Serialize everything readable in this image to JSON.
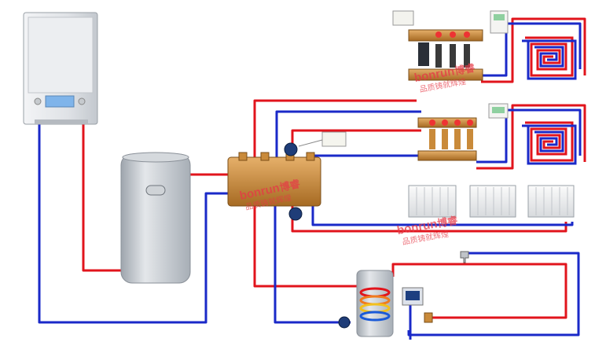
{
  "colors": {
    "supply": "#e1141c",
    "return": "#1a29c8",
    "brass": "#c98a3a",
    "brand": "#e63946",
    "tank": "#c7ccd1",
    "boiler": "#dde1e5"
  },
  "watermarks": [
    {
      "brand": "bonrun",
      "cn": "博睿",
      "tagline": "品质铸就辉煌"
    },
    {
      "brand": "bonrun",
      "cn": "博睿",
      "tagline": "品质铸就辉煌"
    },
    {
      "brand": "bonrun",
      "cn": "博睿",
      "tagline": "品质铸就辉煌"
    }
  ],
  "components": {
    "boiler": "wall-hung-boiler-icon",
    "buffer_tank": "buffer-tank-icon",
    "hydraulic_separator": "hydraulic-separator-icon",
    "manifold_upper": "underfloor-manifold-icon",
    "manifold_lower": "underfloor-manifold-icon",
    "radiators": [
      "radiator-icon",
      "radiator-icon",
      "radiator-icon"
    ],
    "dhw_tank": "dhw-cylinder-icon",
    "thermostats": [
      "room-thermostat-icon",
      "room-thermostat-icon",
      "room-thermostat-icon",
      "room-thermostat-icon"
    ],
    "floor_loops": [
      "floor-heating-coil-icon",
      "floor-heating-coil-icon"
    ],
    "tap": "water-tap-icon"
  }
}
